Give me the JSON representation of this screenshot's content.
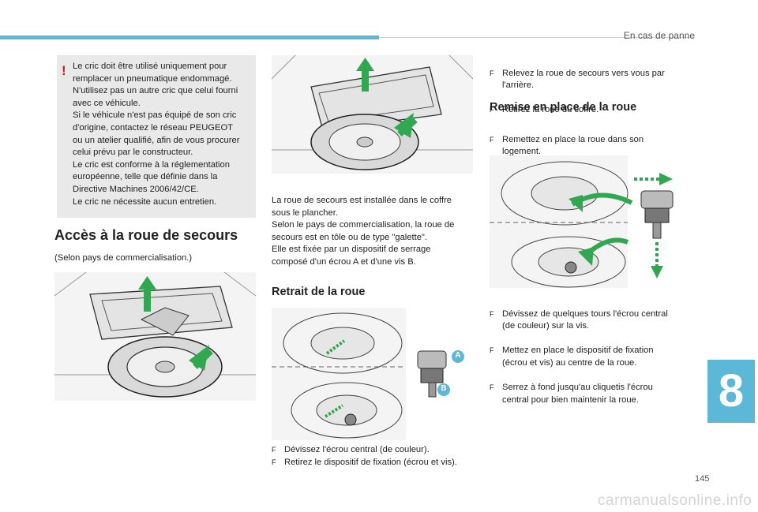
{
  "header": {
    "section": "En cas de panne"
  },
  "warning": {
    "text": "Le cric doit être utilisé uniquement pour\nremplacer un pneumatique endommagé.\nN'utilisez pas un autre cric que celui fourni\navec ce véhicule.\nSi le véhicule n'est pas équipé de son cric\nd'origine, contactez le réseau PEUGEOT\nou un atelier qualifié, afin de vous procurer\ncelui prévu par le constructeur.\nLe cric est conforme à la réglementation\neuropéenne, telle que définie dans la\nDirective Machines 2006/42/CE.\nLe cric ne nécessite aucun entretien."
  },
  "access": {
    "title": "Accès à la roue de secours",
    "subtitle": "(Selon pays de commercialisation.)"
  },
  "middle": {
    "paragraph": "La roue de secours est installée dans le coffre\nsous le plancher.\nSelon le pays de commercialisation, la roue de\nsecours est en tôle ou de type \"galette\".\nElle est fixée par un dispositif de serrage\ncomposé d'un écrou A et d'une vis B.",
    "removal_title": "Retrait de la roue",
    "label_a": "A",
    "label_b": "B",
    "removal_steps": [
      "Dévissez l'écrou central (de couleur).",
      "Retirez le dispositif de fixation (écrou et vis)."
    ]
  },
  "right": {
    "steps_top": [
      "Relevez la roue de secours vers vous par\nl'arrière.",
      "Retirez la roue du coffre."
    ],
    "refit_title": "Remise en place de la roue",
    "refit_steps": [
      "Remettez en place la roue dans son\nlogement."
    ],
    "final_steps": [
      "Dévissez de quelques tours l'écrou central\n(de couleur) sur la vis.",
      "Mettez en place le dispositif de fixation\n(écrou et vis) au centre de la roue.",
      "Serrez à fond jusqu'au cliquetis l'écrou\ncentral pour bien maintenir la roue."
    ]
  },
  "bullet_marker": "F",
  "chapter_tab": "8",
  "page_number": "145",
  "watermark": "carmanualsonline.info",
  "colors": {
    "accent": "#5bb8d6",
    "warning": "#d71920",
    "arrow": "#2fa84f"
  }
}
